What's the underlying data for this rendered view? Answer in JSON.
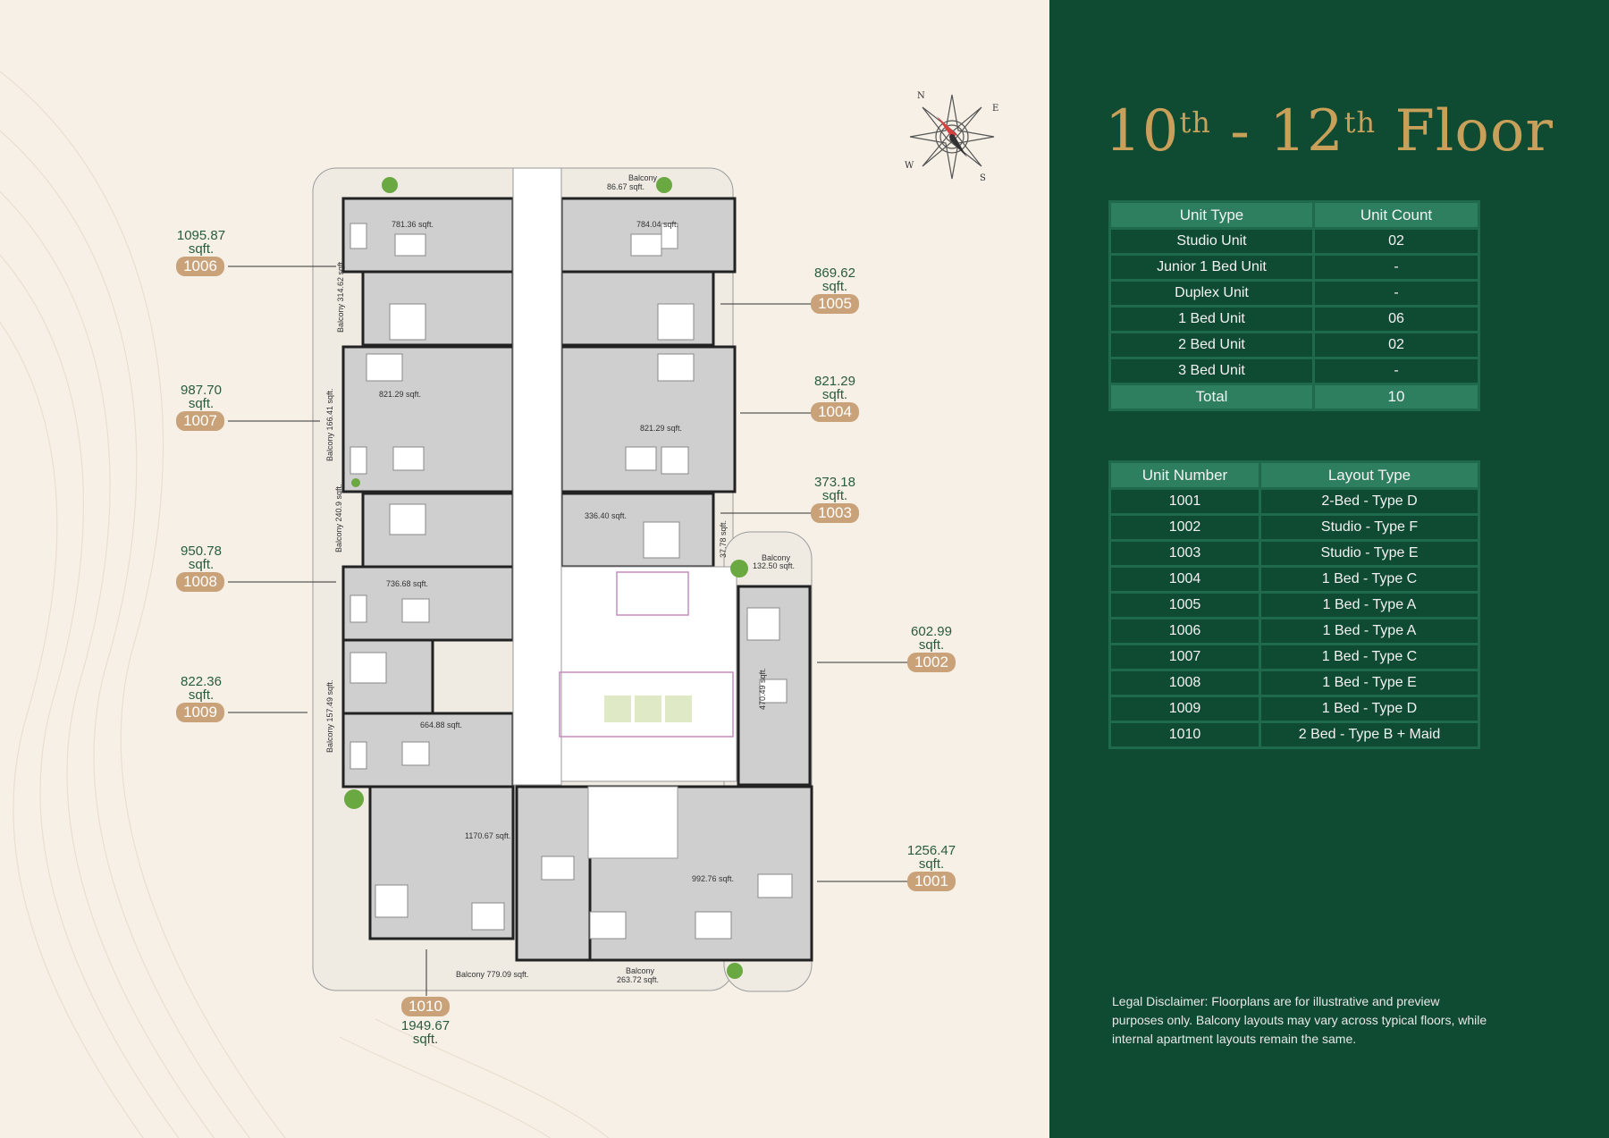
{
  "header": {
    "title_num_a": "10",
    "title_sup_a": "th",
    "title_dash": " - ",
    "title_num_b": "12",
    "title_sup_b": "th",
    "title_word": " Floor"
  },
  "compass": {
    "n": "N",
    "e": "E",
    "s": "S",
    "w": "W"
  },
  "unit_type_table": {
    "headers": [
      "Unit Type",
      "Unit Count"
    ],
    "rows": [
      [
        "Studio Unit",
        "02"
      ],
      [
        "Junior 1 Bed Unit",
        "-"
      ],
      [
        "Duplex Unit",
        "-"
      ],
      [
        "1 Bed Unit",
        "06"
      ],
      [
        "2 Bed Unit",
        "02"
      ],
      [
        "3 Bed Unit",
        "-"
      ]
    ],
    "total": [
      "Total",
      "10"
    ]
  },
  "layout_table": {
    "headers": [
      "Unit Number",
      "Layout Type"
    ],
    "rows": [
      [
        "1001",
        "2-Bed - Type D"
      ],
      [
        "1002",
        "Studio - Type F"
      ],
      [
        "1003",
        "Studio - Type E"
      ],
      [
        "1004",
        "1 Bed - Type C"
      ],
      [
        "1005",
        "1 Bed - Type A"
      ],
      [
        "1006",
        "1 Bed - Type A"
      ],
      [
        "1007",
        "1 Bed - Type C"
      ],
      [
        "1008",
        "1 Bed - Type E"
      ],
      [
        "1009",
        "1 Bed - Type D"
      ],
      [
        "1010",
        "2 Bed - Type B + Maid"
      ]
    ]
  },
  "disclaimer": "Legal Disclaimer: Floorplans are for illustrative and preview purposes only. Balcony layouts may vary across typical floors, while internal apartment layouts remain the same.",
  "units": {
    "u1006": {
      "area": "1095.87",
      "unit": "sqft.",
      "num": "1006"
    },
    "u1007": {
      "area": "987.70",
      "unit": "sqft.",
      "num": "1007"
    },
    "u1008": {
      "area": "950.78",
      "unit": "sqft.",
      "num": "1008"
    },
    "u1009": {
      "area": "822.36",
      "unit": "sqft.",
      "num": "1009"
    },
    "u1005": {
      "area": "869.62",
      "unit": "sqft.",
      "num": "1005"
    },
    "u1004": {
      "area": "821.29",
      "unit": "sqft.",
      "num": "1004"
    },
    "u1003": {
      "area": "373.18",
      "unit": "sqft.",
      "num": "1003"
    },
    "u1002": {
      "area": "602.99",
      "unit": "sqft.",
      "num": "1002"
    },
    "u1001": {
      "area": "1256.47",
      "unit": "sqft.",
      "num": "1001"
    },
    "u1010": {
      "area": "1949.67",
      "unit": "sqft.",
      "num": "1010"
    }
  },
  "plan_labels": {
    "balcony_top": "Balcony",
    "balcony_top_area": "86.67 sqft.",
    "r781": "781.36 sqft.",
    "r784": "784.04 sqft.",
    "bal_314": "Balcony 314.62 sqft.",
    "r821a": "821.29 sqft.",
    "r821b": "821.29 sqft.",
    "bal_166": "Balcony 166.41 sqft.",
    "bal_240": "Balcony 240.9 sqft.",
    "r336": "336.40 sqft.",
    "r3778": "37.78 sqft.",
    "bal_132": "Balcony",
    "bal_132_area": "132.50 sqft.",
    "r736": "736.68 sqft.",
    "r470": "470.49 sqft.",
    "bal_157": "Balcony 157.49 sqft.",
    "r664": "664.88 sqft.",
    "r1170": "1170.67 sqft.",
    "r992": "992.76 sqft.",
    "bal_779": "Balcony 779.09 sqft.",
    "bal_263": "Balcony",
    "bal_263_area": "263.72 sqft."
  },
  "colors": {
    "panel": "#0f4a32",
    "table_head": "#2e7f5f",
    "gold": "#c9a05a",
    "badge": "#c9a279",
    "area_text": "#2a5b3e"
  }
}
